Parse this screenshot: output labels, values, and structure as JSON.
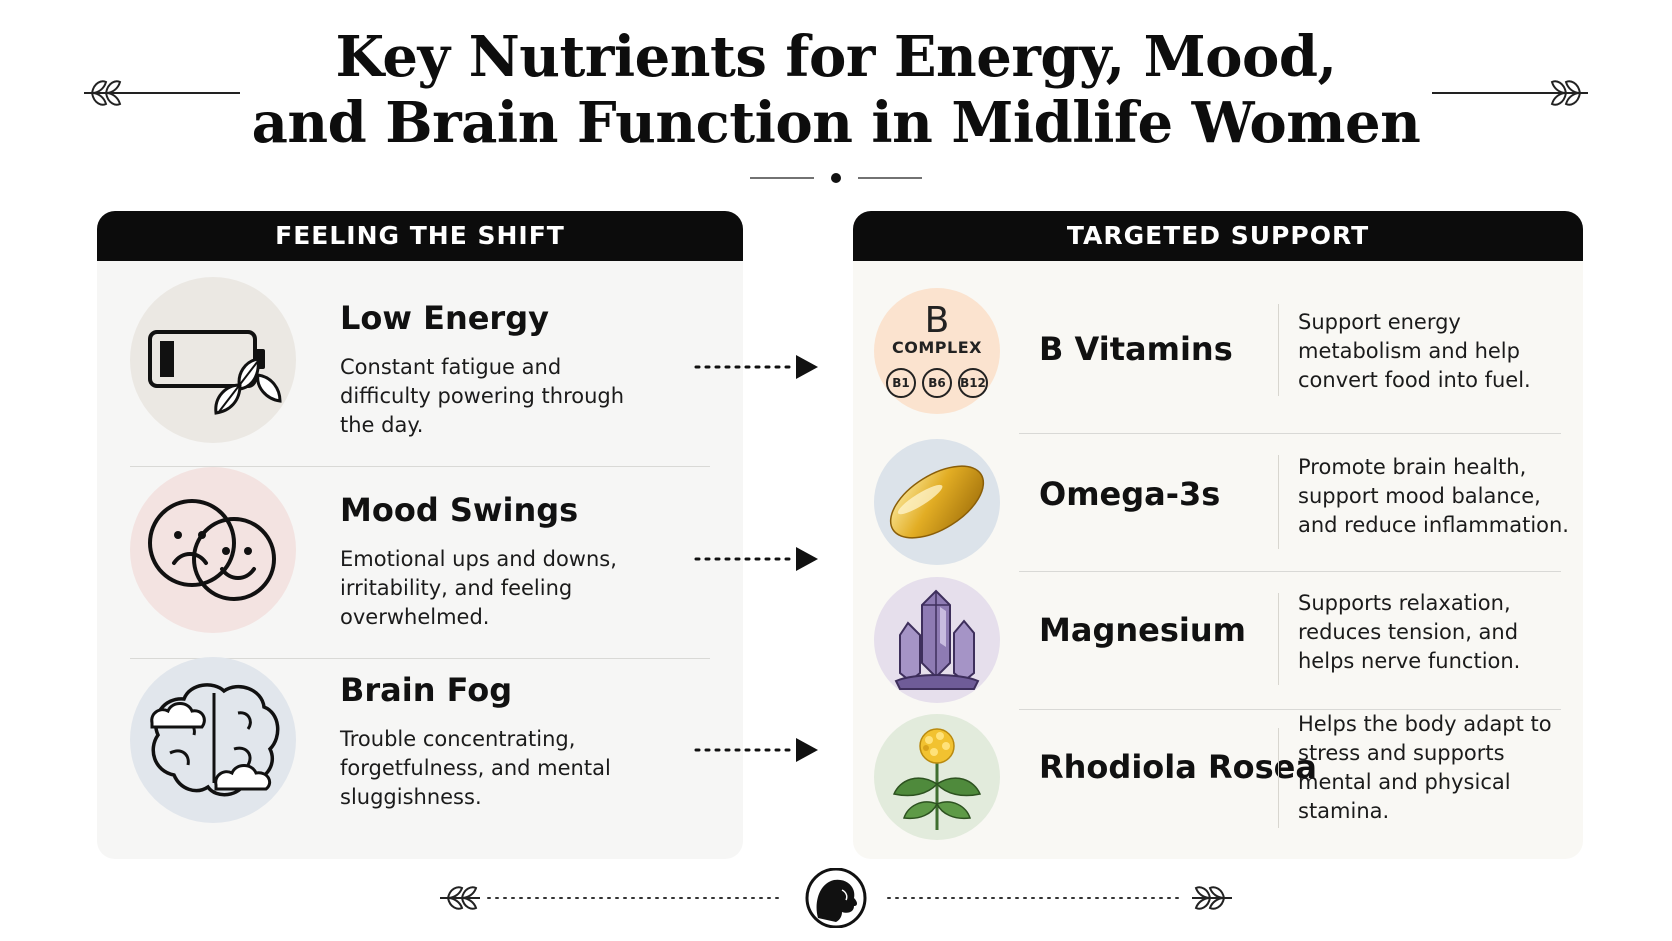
{
  "title": {
    "line1": "Key Nutrients for Energy, Mood,",
    "line2": "and Brain Function in Midlife Women"
  },
  "left_panel": {
    "header": "FEELING THE SHIFT",
    "items": [
      {
        "title": "Low Energy",
        "description": "Constant fatigue and difficulty powering through the day.",
        "icon": "low-battery-icon",
        "circle_color": "#ebe8e3"
      },
      {
        "title": "Mood Swings",
        "description": "Emotional ups and downs, irritability, and feeling overwhelmed.",
        "icon": "sad-happy-faces-icon",
        "circle_color": "#f3e3e1"
      },
      {
        "title": "Brain Fog",
        "description": "Trouble concentrating, forgetfulness, and mental sluggishness.",
        "icon": "foggy-brain-icon",
        "circle_color": "#e1e6ec"
      }
    ]
  },
  "right_panel": {
    "header": "TARGETED SUPPORT",
    "items": [
      {
        "name": "B Vitamins",
        "description": "Support energy metabolism and help convert food into fuel.",
        "icon": "b-complex-icon",
        "circle_color": "#fbe3cf",
        "badge": {
          "big": "B",
          "small": "COMPLEX",
          "pills": [
            "B1",
            "B6",
            "B12"
          ]
        }
      },
      {
        "name": "Omega-3s",
        "description": "Promote brain health, support mood balance, and reduce inflammation.",
        "icon": "softgel-capsule-icon",
        "circle_color": "#dce3ea"
      },
      {
        "name": "Magnesium",
        "description": "Supports relaxation, reduces tension, and helps nerve function.",
        "icon": "crystal-icon",
        "circle_color": "#e6dfec"
      },
      {
        "name": "Rhodiola Rosea",
        "description": "Helps the body adapt to stress and supports mental and physical stamina.",
        "icon": "rhodiola-flower-icon",
        "circle_color": "#e2ebdc"
      }
    ]
  },
  "colors": {
    "header_bg": "#0c0c0c",
    "left_panel_bg": "#f6f6f5",
    "right_panel_bg": "#f9f8f4",
    "softgel_gold": "#d9a21a",
    "crystal_purple": "#8e7bb3",
    "flower_yellow": "#f2c230",
    "leaf_green": "#4f8a3c"
  },
  "footer": {
    "icon": "woman-profile-icon"
  }
}
